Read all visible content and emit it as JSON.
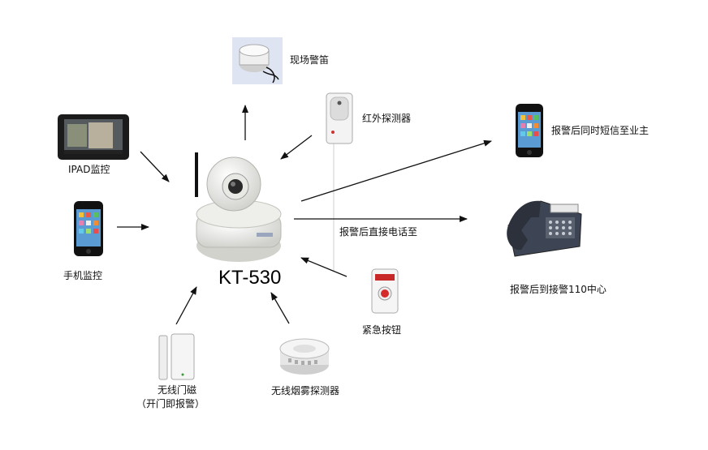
{
  "center": {
    "model": "KT-530"
  },
  "devices": {
    "siren": "现场警笛",
    "ir_detector": "红外探测器",
    "ipad": "IPAD监控",
    "phone_monitor": "手机监控",
    "sms_alert": "报警后同时短信至业主",
    "direct_call": "报警后直接电话至",
    "call_110": "报警后到接警110中心",
    "panic_button": "紧急按钮",
    "door_sensor_line1": "无线门磁",
    "door_sensor_line2": "（开门即报警）",
    "smoke_detector": "无线烟雾探测器"
  },
  "icons": [
    "ip-camera-icon",
    "siren-icon",
    "ir-detector-icon",
    "tablet-icon",
    "smartphone-icon",
    "desk-phone-icon",
    "panic-button-icon",
    "door-sensor-icon",
    "smoke-detector-icon"
  ]
}
